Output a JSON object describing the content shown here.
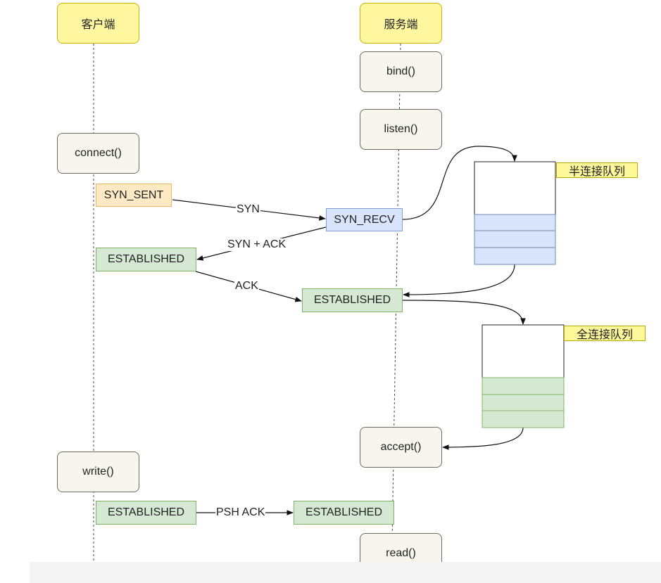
{
  "client": {
    "header": "客户端",
    "connect": "connect()",
    "write": "write()",
    "state_syn_sent": "SYN_SENT",
    "state_established_1": "ESTABLISHED",
    "state_established_2": "ESTABLISHED"
  },
  "server": {
    "header": "服务端",
    "bind": "bind()",
    "listen": "listen()",
    "accept": "accept()",
    "read": "read()",
    "state_syn_recv": "SYN_RECV",
    "state_established_1": "ESTABLISHED",
    "state_established_2": "ESTABLISHED"
  },
  "messages": {
    "syn": "SYN",
    "syn_ack": "SYN + ACK",
    "ack": "ACK",
    "psh_ack": "PSH ACK"
  },
  "queues": {
    "half": "半连接队列",
    "full": "全连接队列"
  },
  "colors": {
    "header_fill": "#fff7a0",
    "syn_sent_fill": "#fde9c4",
    "syn_recv_fill": "#d7e4fb",
    "established_fill": "#d5e8d4"
  }
}
